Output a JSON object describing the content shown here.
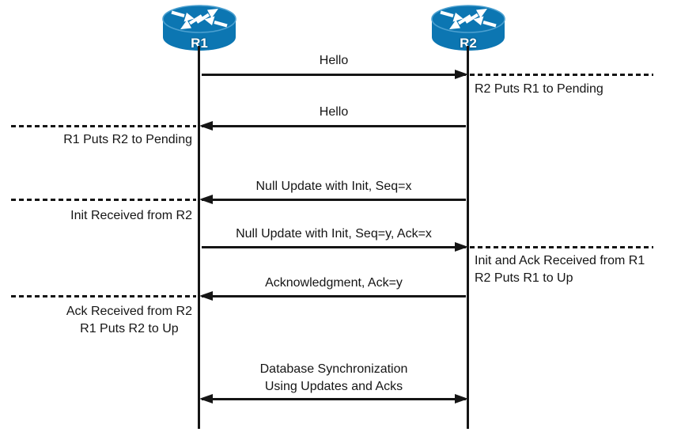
{
  "diagram": {
    "title_hint": "EIGRP neighbor establishment sequence between two routers",
    "colors": {
      "router_blue": "#0c76b2",
      "router_edge": "#4ca0d0",
      "line_black": "#151515"
    },
    "routers": [
      {
        "label": "R1"
      },
      {
        "label": "R2"
      }
    ],
    "messages": [
      {
        "direction": "right",
        "lines": [
          "Hello"
        ]
      },
      {
        "direction": "left",
        "lines": [
          "Hello"
        ]
      },
      {
        "direction": "left",
        "lines": [
          "Null Update with Init, Seq=x"
        ]
      },
      {
        "direction": "right",
        "lines": [
          "Null Update with Init, Seq=y, Ack=x"
        ]
      },
      {
        "direction": "left",
        "lines": [
          "Acknowledgment, Ack=y"
        ]
      },
      {
        "direction": "both",
        "lines": [
          "Database Synchronization",
          "Using Updates and Acks"
        ]
      }
    ],
    "annotations": [
      {
        "side": "right",
        "lines": [
          "R2 Puts R1 to Pending"
        ]
      },
      {
        "side": "left",
        "lines": [
          "R1 Puts R2 to Pending"
        ]
      },
      {
        "side": "left",
        "lines": [
          "Init Received from R2"
        ]
      },
      {
        "side": "right",
        "lines": [
          "Init and Ack Received from R1",
          "R2 Puts R1 to Up"
        ]
      },
      {
        "side": "left",
        "lines": [
          "Ack Received from R2",
          "R1 Puts R2 to Up"
        ]
      }
    ]
  }
}
